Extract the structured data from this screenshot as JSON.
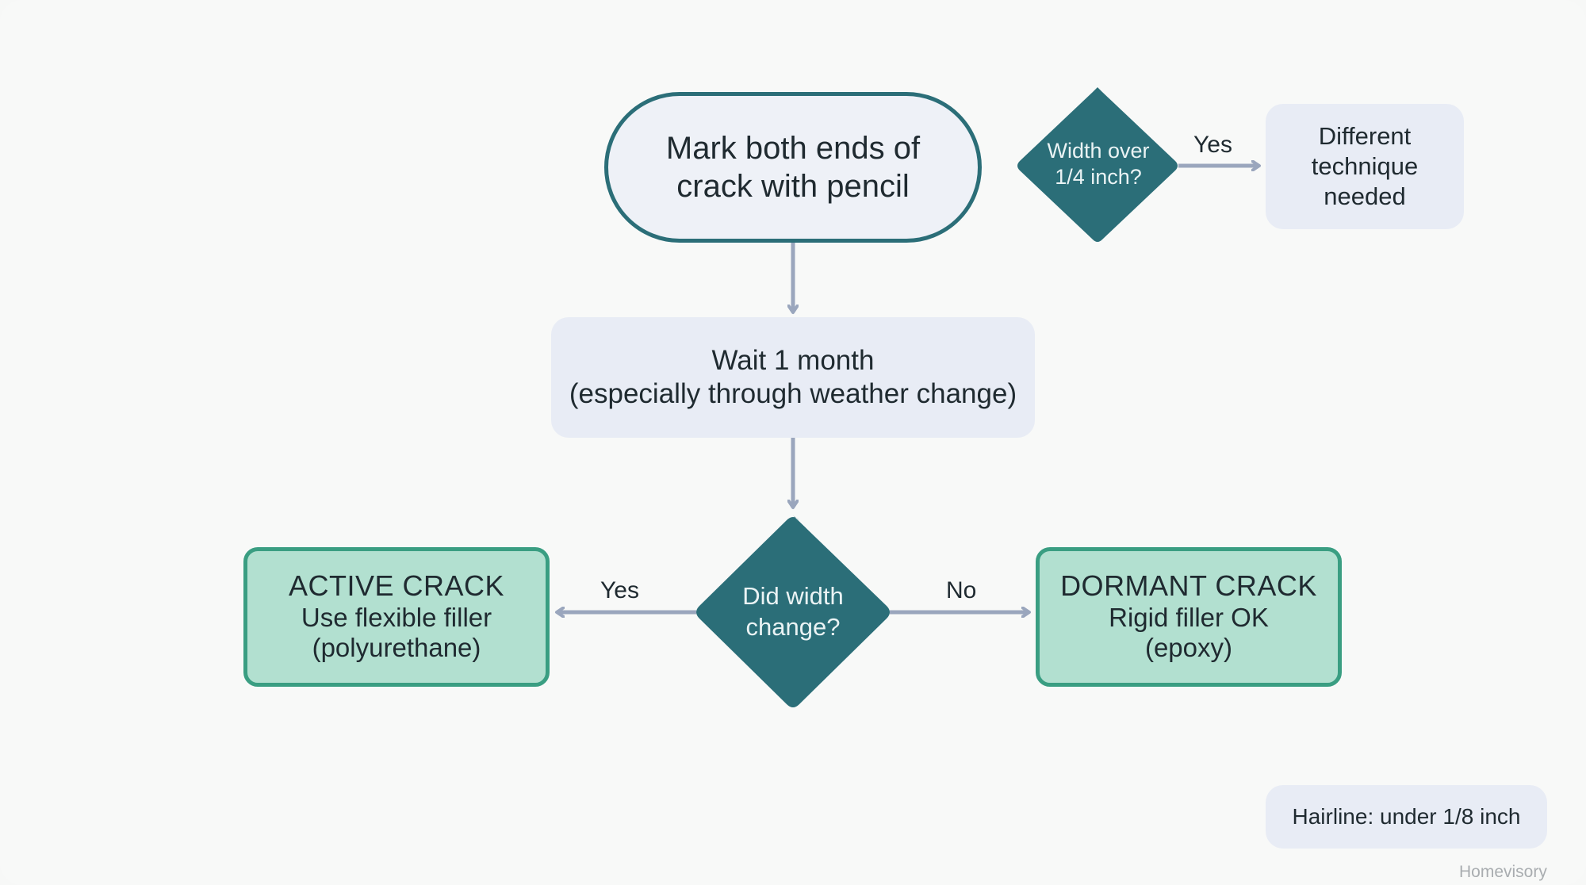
{
  "nodes": {
    "start": {
      "line1": "Mark both ends of",
      "line2": "crack with pencil"
    },
    "wait": {
      "line1": "Wait 1 month",
      "line2": "(especially through weather change)"
    },
    "width_check": {
      "line1": "Width over",
      "line2": "1/4 inch?"
    },
    "different": {
      "line1": "Different",
      "line2": "technique",
      "line3": "needed"
    },
    "width_change": {
      "line1": "Did width",
      "line2": "change?"
    },
    "active": {
      "title": "ACTIVE CRACK",
      "line1": "Use flexible filler",
      "line2": "(polyurethane)"
    },
    "dormant": {
      "title": "DORMANT CRACK",
      "line1": "Rigid filler OK",
      "line2": "(epoxy)"
    }
  },
  "edges": {
    "width_yes": "Yes",
    "change_yes": "Yes",
    "change_no": "No"
  },
  "note": "Hairline: under 1/8 inch",
  "brand": "Homevisory",
  "colors": {
    "teal_dark": "#2b6e78",
    "green_fill": "#b2e0d0",
    "green_border": "#3a9e82",
    "soft_fill": "#e8ecf5",
    "arrow": "#9aa6bd"
  }
}
